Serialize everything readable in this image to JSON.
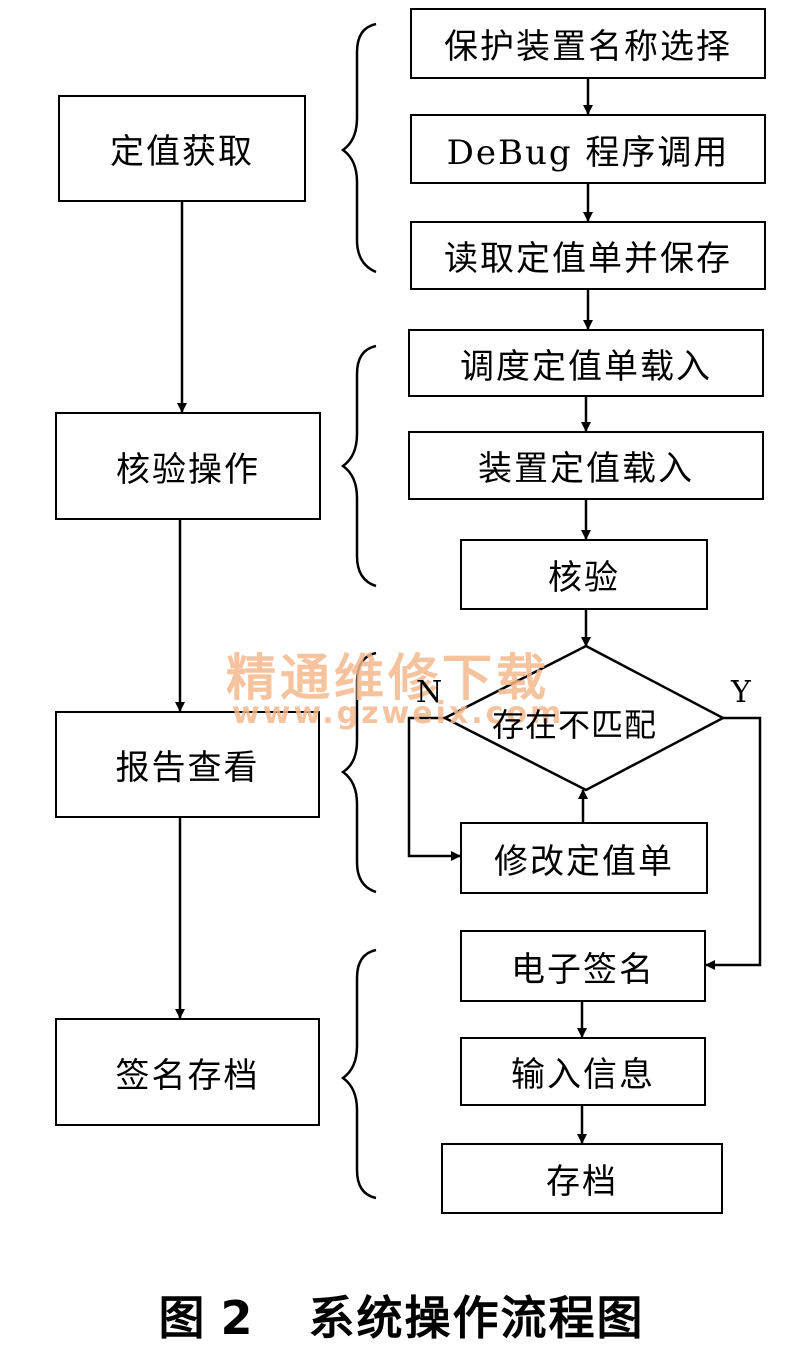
{
  "left_steps": [
    "定值获取",
    "核验操作",
    "报告查看",
    "签名存档"
  ],
  "right_steps": {
    "select_device": "保护装置名称选择",
    "debug_call": "DeBug 程序调用",
    "read_save": "读取定值单并保存",
    "dispatch_load": "调度定值单载入",
    "device_load": "装置定值载入",
    "verify": "核验",
    "decision": "存在不匹配",
    "modify": "修改定值单",
    "e_sign": "电子签名",
    "input_info": "输入信息",
    "archive": "存档"
  },
  "branch_labels": {
    "no": "N",
    "yes": "Y"
  },
  "watermark": {
    "line1": "精通维修下载",
    "line2": "www.gzweix.com"
  },
  "caption": {
    "figure_no": "图 2",
    "title": "系统操作流程图"
  }
}
